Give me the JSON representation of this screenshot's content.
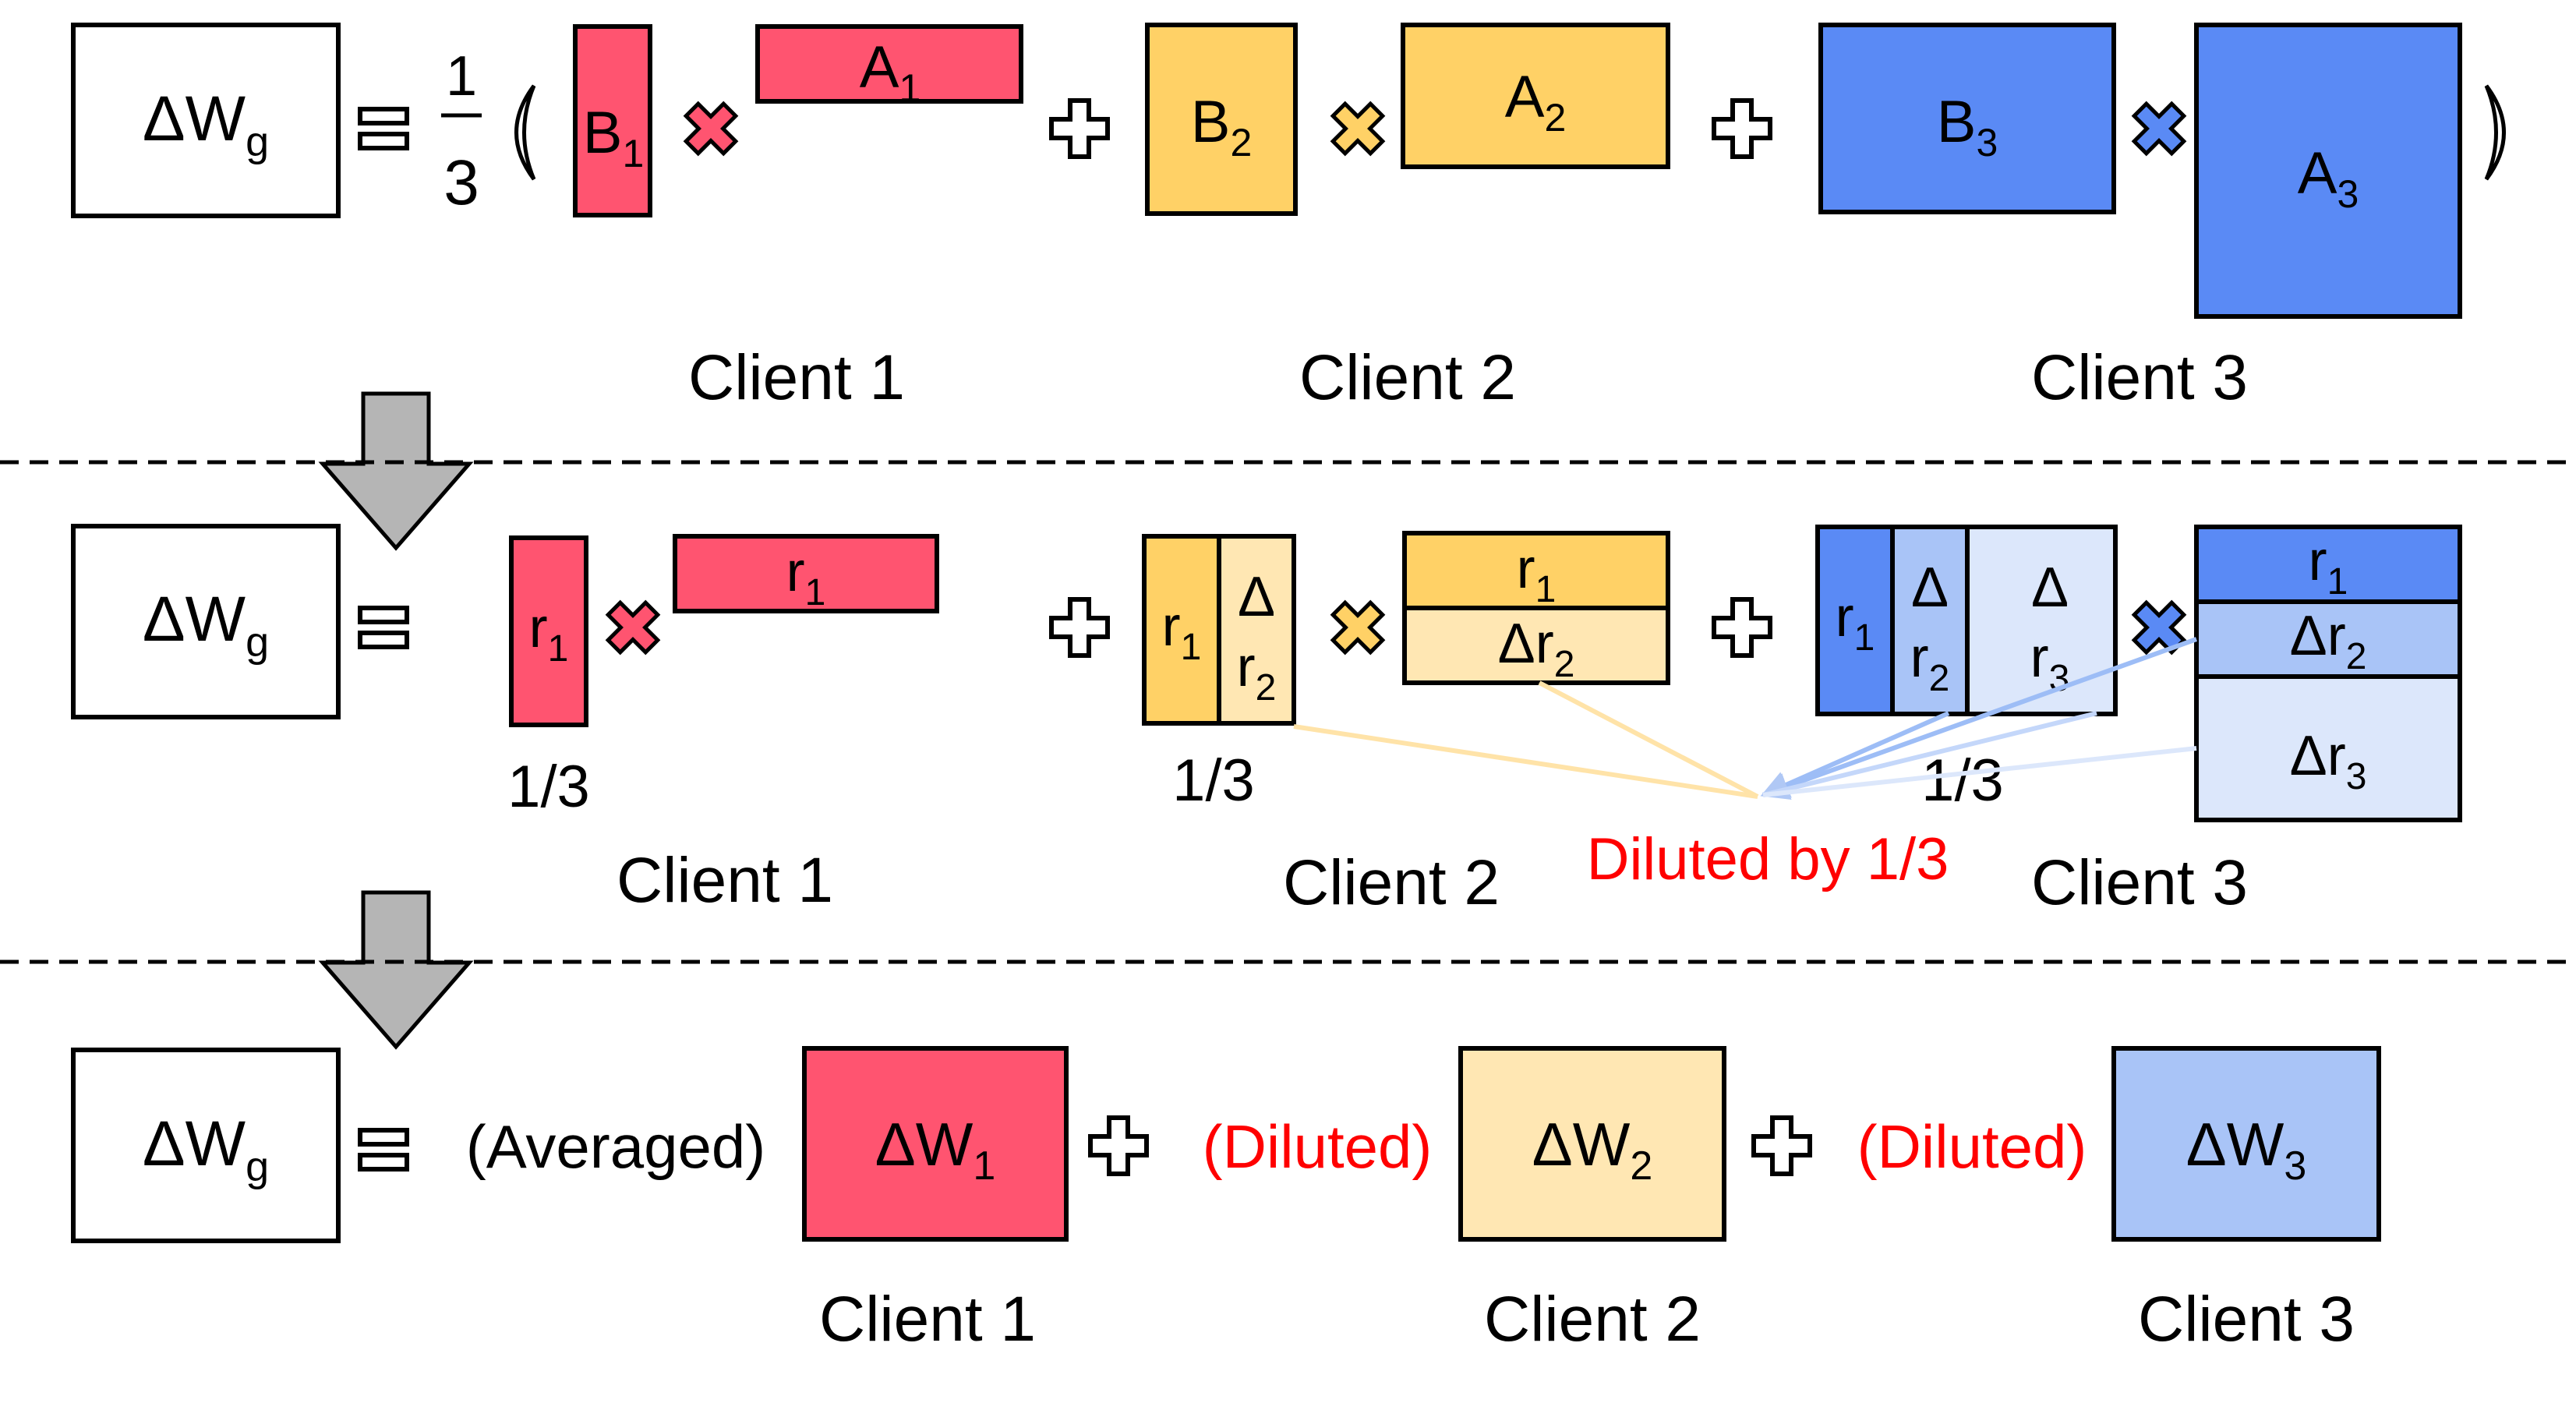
{
  "colors": {
    "red": "#ff5470",
    "yellow": "#ffd166",
    "yellow_light": "#ffe7b3",
    "blue": "#5a8af5",
    "blue_mid": "#a9c4f7",
    "blue_light": "#dce7fb",
    "dilute_red": "#ff0000",
    "arrow_gray": "#b5b5b5",
    "black": "#000000"
  },
  "row1": {
    "dwg": {
      "main": "ΔW",
      "sub": "g"
    },
    "fraction": {
      "num": "1",
      "den": "3"
    },
    "client1": {
      "b": "B",
      "b_sub": "1",
      "a": "A",
      "a_sub": "1",
      "label": "Client 1"
    },
    "client2": {
      "b": "B",
      "b_sub": "2",
      "a": "A",
      "a_sub": "2",
      "label": "Client 2"
    },
    "client3": {
      "b": "B",
      "b_sub": "3",
      "a": "A",
      "a_sub": "3",
      "label": "Client 3"
    }
  },
  "row2": {
    "dwg": {
      "main": "ΔW",
      "sub": "g"
    },
    "client1": {
      "b_cells": [
        {
          "main": "r",
          "sub": "1"
        }
      ],
      "a_cells": [
        {
          "main": "r",
          "sub": "1"
        }
      ],
      "frac": "1/3",
      "label": "Client 1"
    },
    "client2": {
      "b_cells": [
        {
          "main": "r",
          "sub": "1"
        },
        {
          "top": "Δ",
          "main": "r",
          "sub": "2"
        }
      ],
      "a_cells": [
        {
          "main": "r",
          "sub": "1"
        },
        {
          "main": "Δr",
          "sub": "2"
        }
      ],
      "frac": "1/3",
      "label": "Client 2"
    },
    "client3": {
      "b_cells": [
        {
          "main": "r",
          "sub": "1"
        },
        {
          "top": "Δ",
          "main": "r",
          "sub": "2"
        },
        {
          "top": "Δ",
          "main": "r",
          "sub": "3"
        }
      ],
      "a_cells": [
        {
          "main": "r",
          "sub": "1"
        },
        {
          "main": "Δr",
          "sub": "2"
        },
        {
          "main": "Δr",
          "sub": "3"
        }
      ],
      "frac": "1/3",
      "label": "Client 3"
    },
    "diluted_note": "Diluted by 1/3"
  },
  "row3": {
    "dwg": {
      "main": "ΔW",
      "sub": "g"
    },
    "averaged": "(Averaged)",
    "diluted_1": "(Diluted)",
    "diluted_2": "(Diluted)",
    "client1": {
      "main": "ΔW",
      "sub": "1",
      "label": "Client 1"
    },
    "client2": {
      "main": "ΔW",
      "sub": "2",
      "label": "Client 2"
    },
    "client3": {
      "main": "ΔW",
      "sub": "3",
      "label": "Client 3"
    }
  }
}
